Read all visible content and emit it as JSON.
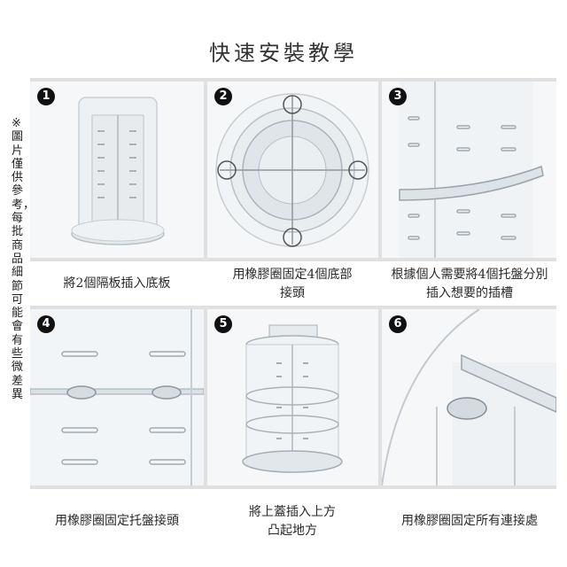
{
  "title": "快速安裝教學",
  "side_note": "※圖片僅供參考，每批商品細節可能會有些微差異",
  "steps": [
    {
      "number": "1",
      "caption": "將2個隔板插入底板"
    },
    {
      "number": "2",
      "caption": "用橡膠圈固定4個底部接頭"
    },
    {
      "number": "3",
      "caption": "根據個人需要將4個托盤分別插入想要的插槽"
    },
    {
      "number": "4",
      "caption": "用橡膠圈固定托盤接頭"
    },
    {
      "number": "5",
      "caption": "將上蓋插入上方凸起地方"
    },
    {
      "number": "6",
      "caption": "用橡膠圈固定所有連接處"
    }
  ]
}
